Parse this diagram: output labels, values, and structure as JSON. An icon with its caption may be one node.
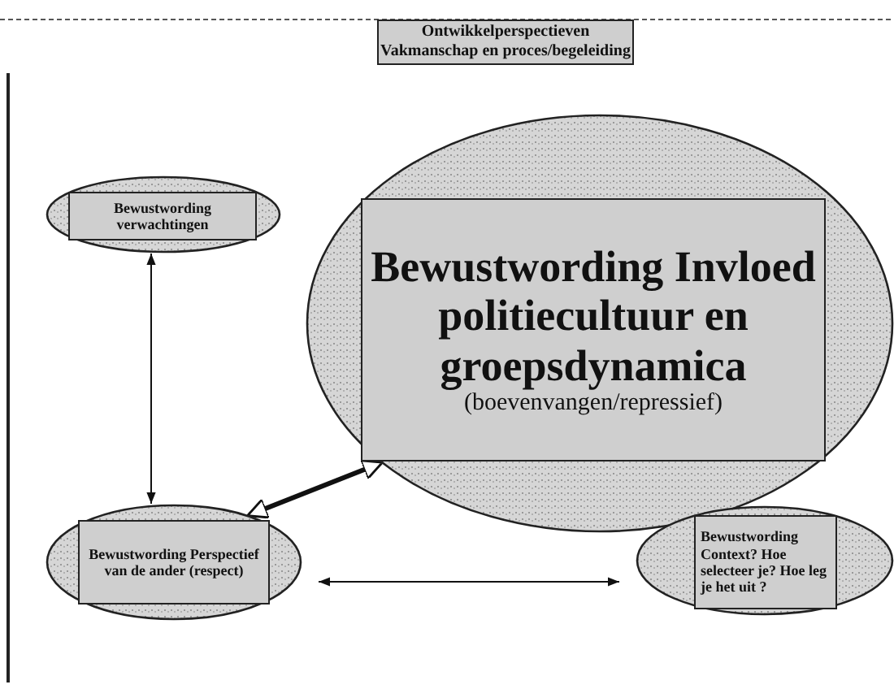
{
  "diagram": {
    "nodes": [
      {
        "text": [
          "Ontwikkelperspectieven Vakmanschap en proces/begeleiding"
        ]
      },
      {
        "text": [],
        "shape": "ellipse"
      },
      {
        "text": [
          "Bewustwording verwachtingen"
        ],
        "in": 1
      },
      {
        "text": [],
        "shape": "ellipse"
      },
      {
        "text": [
          "Bewustwording Invloed politiecultuur en groepsdynamica",
          "(boevenvangen/repressief)"
        ],
        "in": 3
      },
      {
        "text": [],
        "shape": "ellipse"
      },
      {
        "text": [
          "Bewustwording Perspectief van de ander (respect)"
        ],
        "in": 5
      },
      {
        "text": [],
        "shape": "ellipse"
      },
      {
        "text": [
          "Bewustwording Context? Hoe selecteer je? Hoe leg je het uit ?"
        ],
        "in": 7
      }
    ],
    "edges": [
      {
        "from": 1,
        "to": 5,
        "arrow": "both"
      },
      {
        "from": 5,
        "to": 3,
        "arrow": "both",
        "style": "thick"
      },
      {
        "from": 5,
        "to": 7,
        "arrow": "both"
      }
    ]
  }
}
